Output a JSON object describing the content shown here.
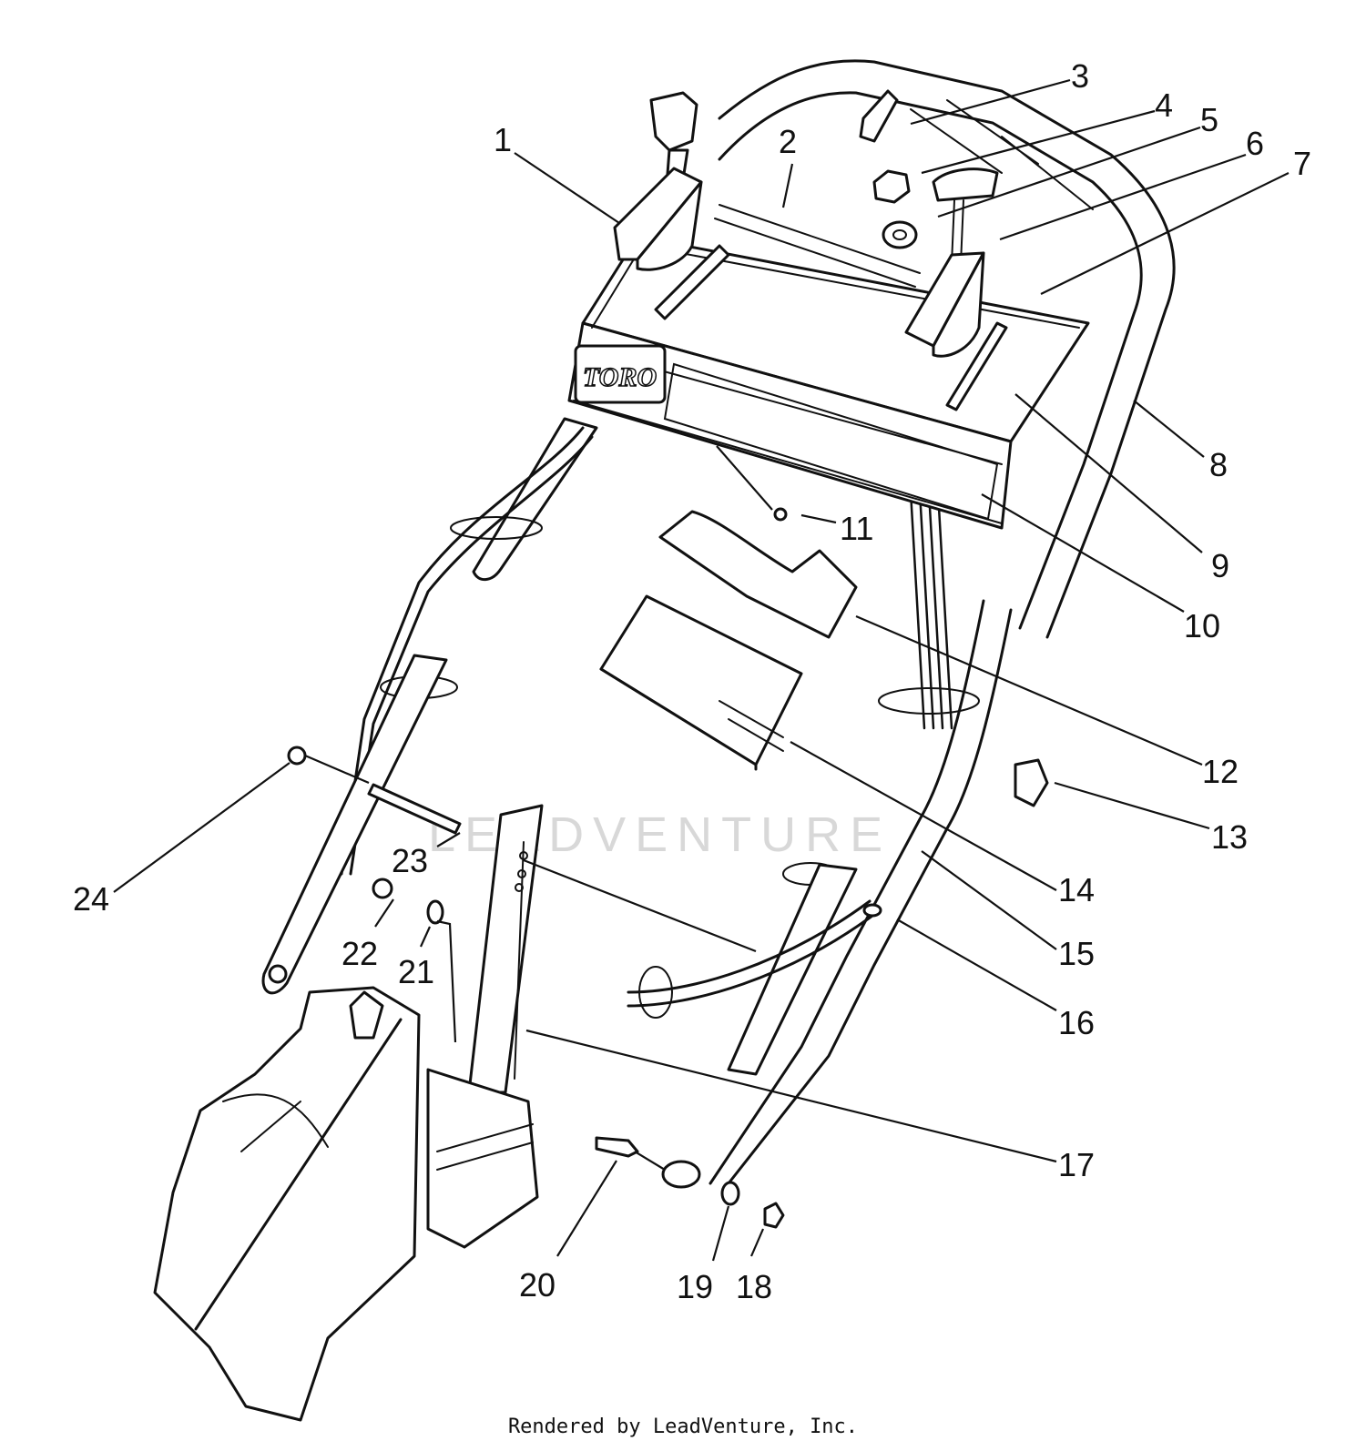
{
  "brand_label": "TORO",
  "watermark": "LEADVENTURE",
  "footer": "Rendered by LeadVenture, Inc.",
  "callouts": [
    "1",
    "2",
    "3",
    "4",
    "5",
    "6",
    "7",
    "8",
    "9",
    "10",
    "11",
    "12",
    "13",
    "14",
    "15",
    "16",
    "17",
    "18",
    "19",
    "20",
    "21",
    "22",
    "23",
    "24"
  ]
}
